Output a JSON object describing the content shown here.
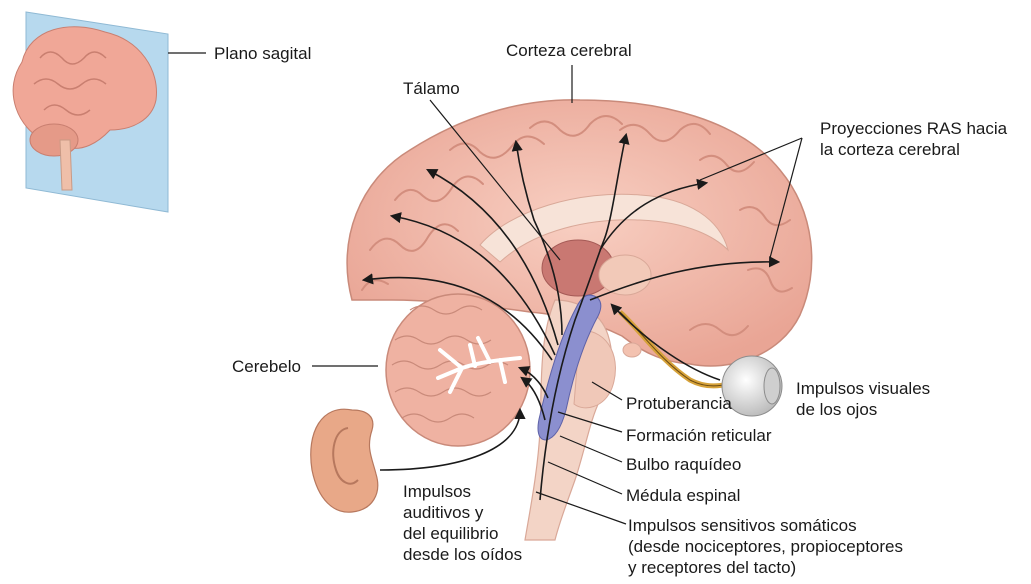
{
  "labels": {
    "plano_sagital": "Plano sagital",
    "corteza_cerebral": "Corteza cerebral",
    "talamo": "Tálamo",
    "proyecciones_ras": [
      "Proyecciones RAS hacia",
      "la corteza cerebral"
    ],
    "cerebelo": "Cerebelo",
    "protuberancia": "Protuberancia",
    "formacion_reticular": "Formación reticular",
    "bulbo_raquideo": "Bulbo raquídeo",
    "medula_espinal": "Médula espinal",
    "impulsos_visuales": [
      "Impulsos visuales",
      "de los ojos"
    ],
    "impulsos_auditivos": [
      "Impulsos",
      "auditivos y",
      "del equilibrio",
      "desde los oídos"
    ],
    "impulsos_sensitivos": [
      "Impulsos sensitivos somáticos",
      "(desde nociceptores, propioceptores",
      "y receptores del tacto)"
    ]
  },
  "colors": {
    "brain": "#f2b8a8",
    "brain_fold": "#d98f7f",
    "thalamus": "#c97872",
    "reticular": "#8b8fcf",
    "sagittal_plane": "#b7d9ee",
    "ear": "#e8a888",
    "eye": "#e4e4e4",
    "optic_nerve": "#d6a23a",
    "line": "#1a1a1a"
  }
}
